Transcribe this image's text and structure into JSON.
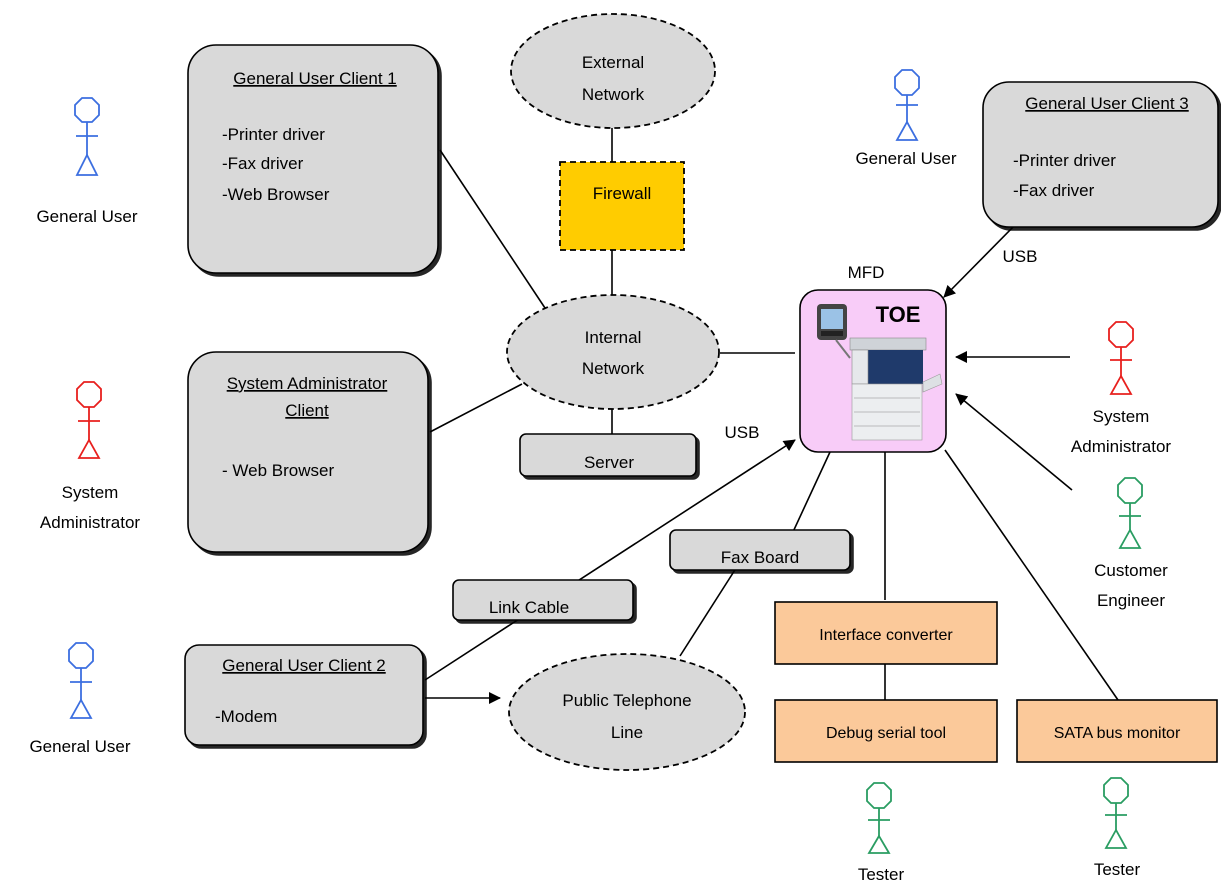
{
  "colors": {
    "general_user": "#3c6fe0",
    "system_admin": "#e8201e",
    "engineer_tester": "#2a9d62",
    "client_box": "#d9d9d9",
    "network": "#d9d9d9",
    "firewall": "#ffcc00",
    "mfd": "#f8ccf8",
    "tool_box": "#fbc99a"
  },
  "actors": {
    "gu1_label": "General User",
    "sa1_label_1": "System",
    "sa1_label_2": "Administrator",
    "gu2_label": "General User",
    "gu3_label": "General User",
    "sa2_label_1": "System",
    "sa2_label_2": "Administrator",
    "ce_label_1": "Customer",
    "ce_label_2": "Engineer",
    "tester1_label": "Tester",
    "tester2_label": "Tester"
  },
  "clients": {
    "c1_title": "General User Client 1",
    "c1_items": [
      "-Printer driver",
      "-Fax driver",
      "-Web Browser"
    ],
    "sa_title_1": "System Administrator",
    "sa_title_2": "Client",
    "sa_items": [
      "- Web Browser"
    ],
    "c2_title": "General User Client 2",
    "c2_items": [
      "-Modem"
    ],
    "c3_title": "General User Client 3",
    "c3_items": [
      "-Printer driver",
      "-Fax driver"
    ]
  },
  "network": {
    "external_1": "External",
    "external_2": "Network",
    "firewall": "Firewall",
    "internal_1": "Internal",
    "internal_2": "Network",
    "server": "Server",
    "pstn_1": "Public Telephone",
    "pstn_2": "Line",
    "fax_board": "Fax Board",
    "link_cable": "Link Cable"
  },
  "mfd": {
    "label": "MFD",
    "toe": "TOE"
  },
  "connections": {
    "usb_top": "USB",
    "usb_left": "USB"
  },
  "tools": {
    "interface_converter": "Interface converter",
    "debug_serial": "Debug serial tool",
    "sata_monitor": "SATA bus monitor"
  }
}
